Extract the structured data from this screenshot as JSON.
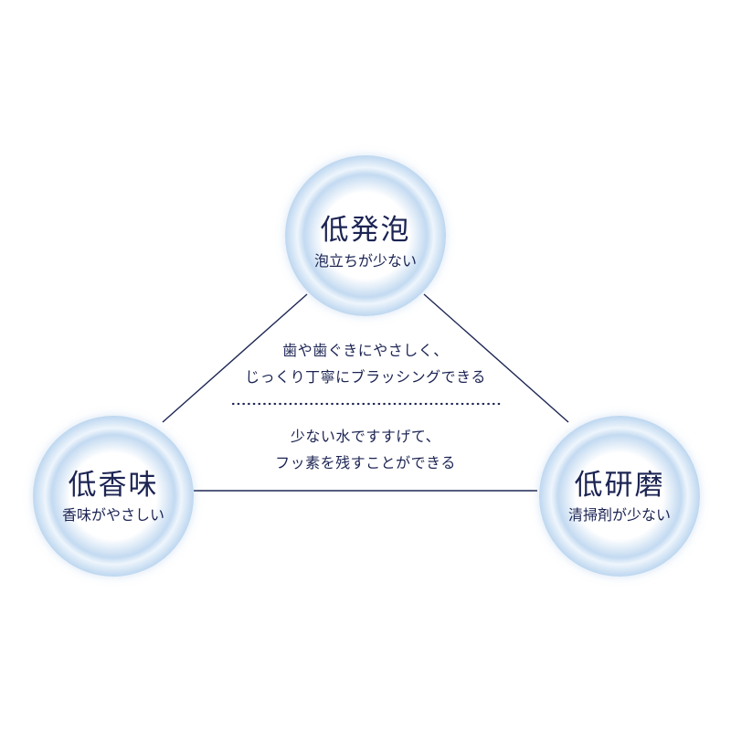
{
  "nodes": {
    "top": {
      "title": "低発泡",
      "subtitle": "泡立ちが少ない"
    },
    "left": {
      "title": "低香味",
      "subtitle": "香味がやさしい"
    },
    "right": {
      "title": "低研磨",
      "subtitle": "清掃剤が少ない"
    }
  },
  "descriptions": {
    "upper": [
      "歯や歯ぐきにやさしく、",
      "じっくり丁寧にブラッシングできる"
    ],
    "lower": [
      "少ない水ですすげて、",
      "フッ素を残すことができる"
    ]
  },
  "colors": {
    "text": "#1c2453",
    "line": "#1d2653",
    "circle_light": "#ffffff",
    "circle_blue": "#a6c8e9"
  }
}
